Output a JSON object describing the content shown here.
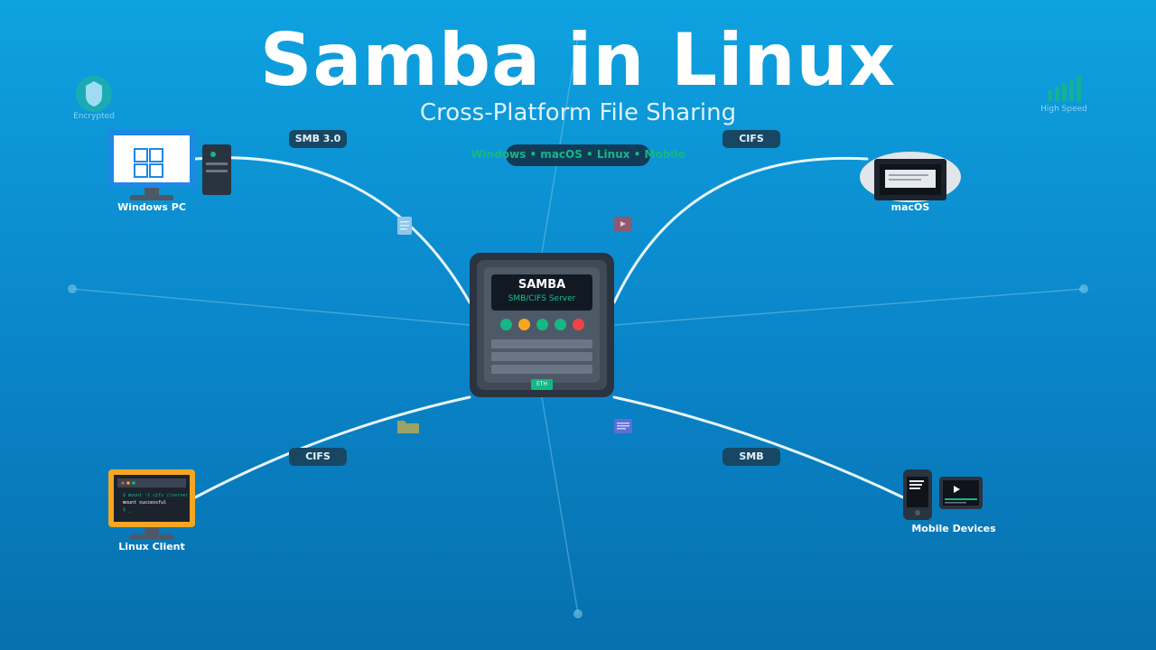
{
  "title": "Samba in Linux",
  "subtitle": "Cross-Platform File Sharing",
  "platforms": "Windows • macOS • Linux • Mobile",
  "server": {
    "name": "SAMBA",
    "subtitle": "SMB/CIFS Server",
    "port_label": "ETH",
    "led_colors": [
      "#16b784",
      "#f5a623",
      "#16b784",
      "#16b784",
      "#ef4444"
    ]
  },
  "protocols": {
    "top_left": "SMB 3.0",
    "top_right": "CIFS",
    "bottom_left": "CIFS",
    "bottom_right": "SMB"
  },
  "devices": {
    "windows": "Windows PC",
    "macos": "macOS",
    "linux": "Linux Client",
    "mobile": "Mobile Devices"
  },
  "linux_terminal": {
    "line1": "$ mount -t cifs //server/share",
    "line2": "mount successful",
    "line3": "$ _"
  },
  "badges": {
    "encrypted": "Encrypted",
    "high_speed": "High Speed"
  },
  "icons": {
    "encrypted": "shield-icon",
    "high_speed": "signal-bars-icon",
    "document": "document-icon",
    "video": "video-icon",
    "folder": "folder-icon",
    "text_file": "text-file-icon"
  },
  "colors": {
    "accent_green": "#16b784",
    "windows_blue": "#1e88e5",
    "linux_orange": "#f5a623",
    "server_dark": "#2a3340"
  }
}
